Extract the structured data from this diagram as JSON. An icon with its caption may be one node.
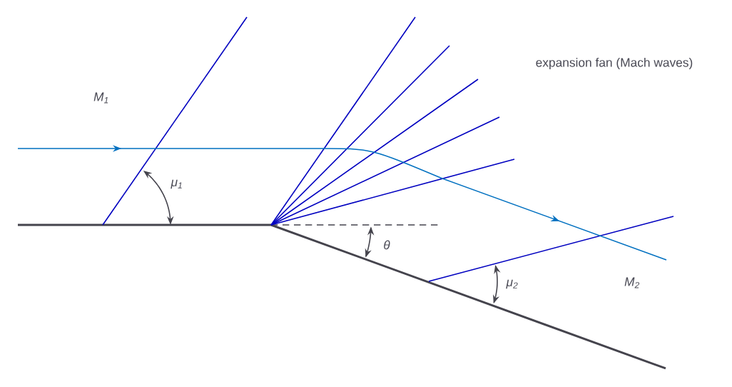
{
  "diagram": {
    "labels": [
      "M$_{1}$",
      "μ$_{1}$",
      "θ",
      "μ$_{2}$",
      "M$_{2}$",
      "expansion fan (Mach waves)"
    ]
  }
}
